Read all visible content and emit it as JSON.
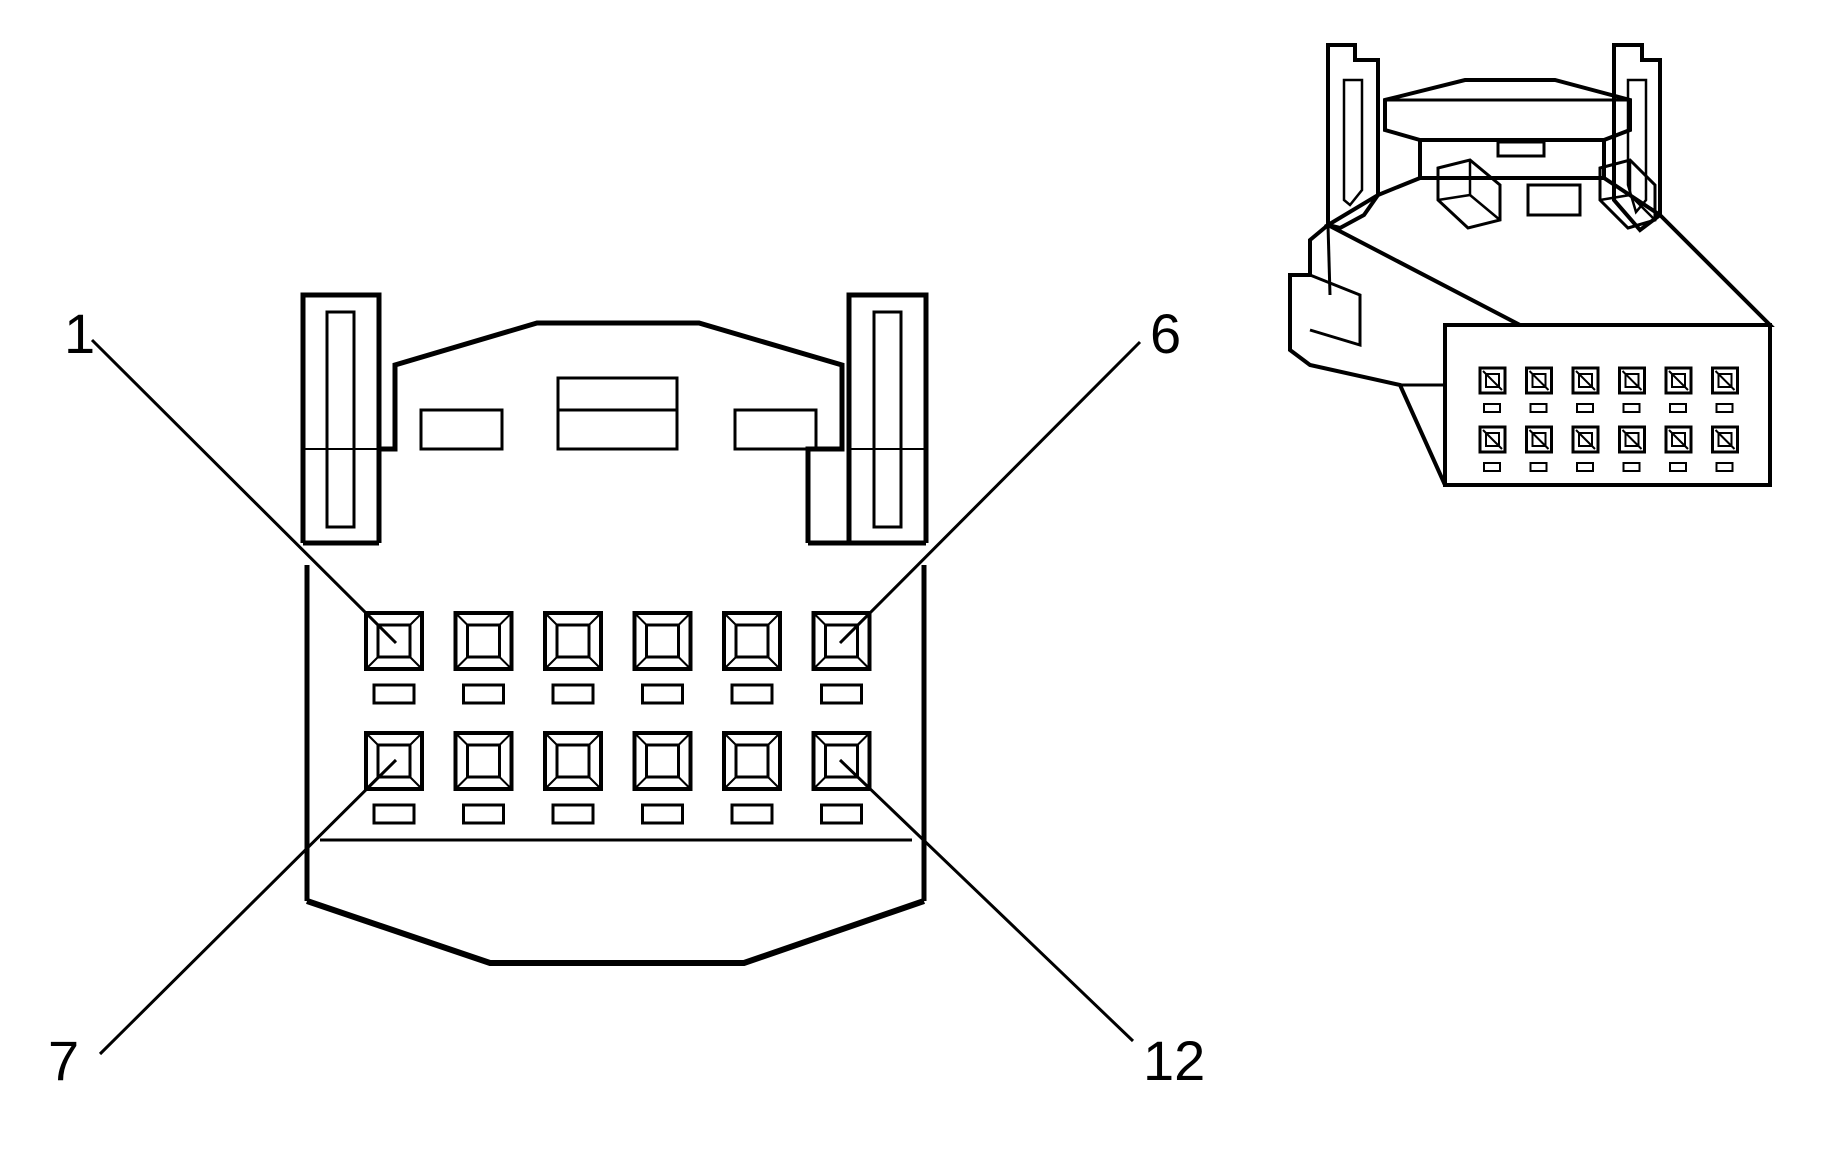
{
  "pin_labels": {
    "first_top": "1",
    "last_top": "6",
    "first_bottom": "7",
    "last_bottom": "12"
  },
  "connector": {
    "rows": 2,
    "pins_per_row": 6,
    "ink_color": "#000000",
    "background": "#ffffff"
  }
}
